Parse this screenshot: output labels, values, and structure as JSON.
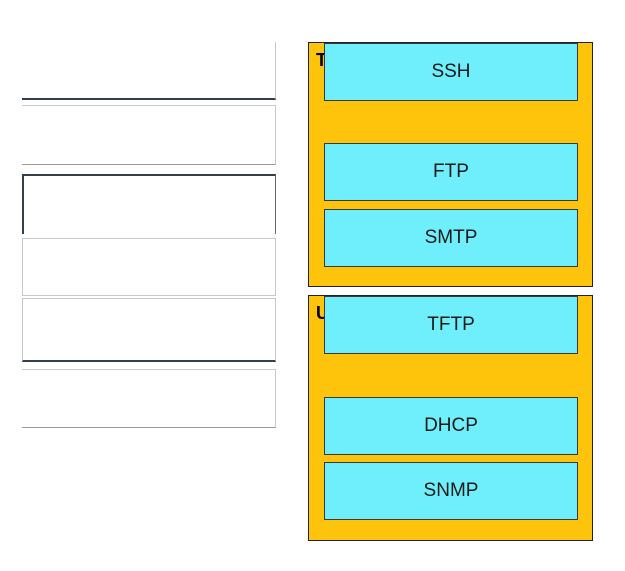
{
  "drop_slots": [
    {
      "id": 1,
      "value": ""
    },
    {
      "id": 2,
      "value": ""
    },
    {
      "id": 3,
      "value": ""
    },
    {
      "id": 4,
      "value": ""
    },
    {
      "id": 5,
      "value": ""
    },
    {
      "id": 6,
      "value": ""
    }
  ],
  "groups": {
    "tcp": {
      "title": "TCP",
      "items": [
        "FTP",
        "SMTP",
        "SSH"
      ]
    },
    "udp": {
      "title": "UDP",
      "items": [
        "DHCP",
        "SNMP",
        "TFTP"
      ]
    }
  },
  "colors": {
    "group_background": "#fec40c",
    "item_background": "#6feffb",
    "border": "#222222"
  }
}
